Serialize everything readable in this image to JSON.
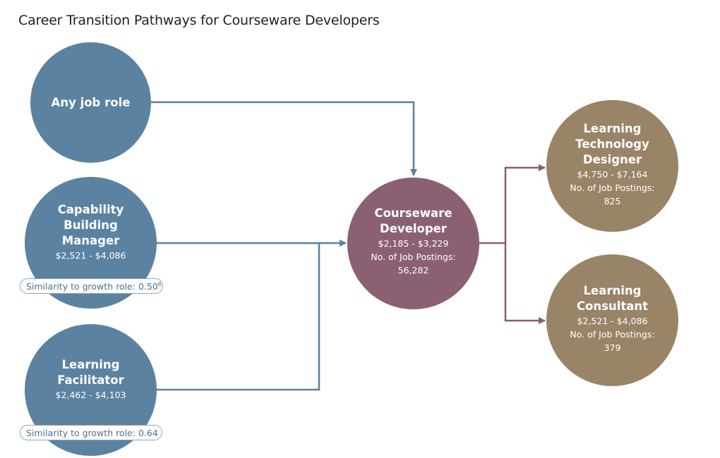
{
  "title": "Career Transition Pathways for Courseware Developers",
  "colors": {
    "source_role": "#5c82a1",
    "growth_role": "#8b6072",
    "target_role": "#998468",
    "source_link": "#5a7fa0",
    "target_link": "#8b5c70"
  },
  "sources": [
    {
      "name": "Any job role"
    },
    {
      "name": "Capability Building Manager",
      "name_lines": [
        "Capability",
        "Building",
        "Manager"
      ],
      "salary": "$2,521 - $4,086",
      "similarity_label": "Similarity to growth role: ",
      "similarity_value": "0.50",
      "similarity_sup": "6"
    },
    {
      "name": "Learning Facilitator",
      "name_lines": [
        "Learning",
        "Facilitator"
      ],
      "salary": "$2,462 - $4,103",
      "similarity_label": "Similarity to growth role: ",
      "similarity_value": "0.64",
      "similarity_sup": ""
    }
  ],
  "growth_role": {
    "name_lines": [
      "Courseware",
      "Developer"
    ],
    "salary": "$2,185 - $3,229",
    "postings_label": "No. of Job Postings:",
    "postings": "56,282"
  },
  "targets": [
    {
      "name_lines": [
        "Learning",
        "Technology",
        "Designer"
      ],
      "salary": "$4,750 - $7,164",
      "postings_label": "No. of Job Postings:",
      "postings": "825"
    },
    {
      "name_lines": [
        "Learning",
        "Consultant"
      ],
      "salary": "$2,521 - $4,086",
      "postings_label": "No. of Job Postings:",
      "postings": "379"
    }
  ]
}
